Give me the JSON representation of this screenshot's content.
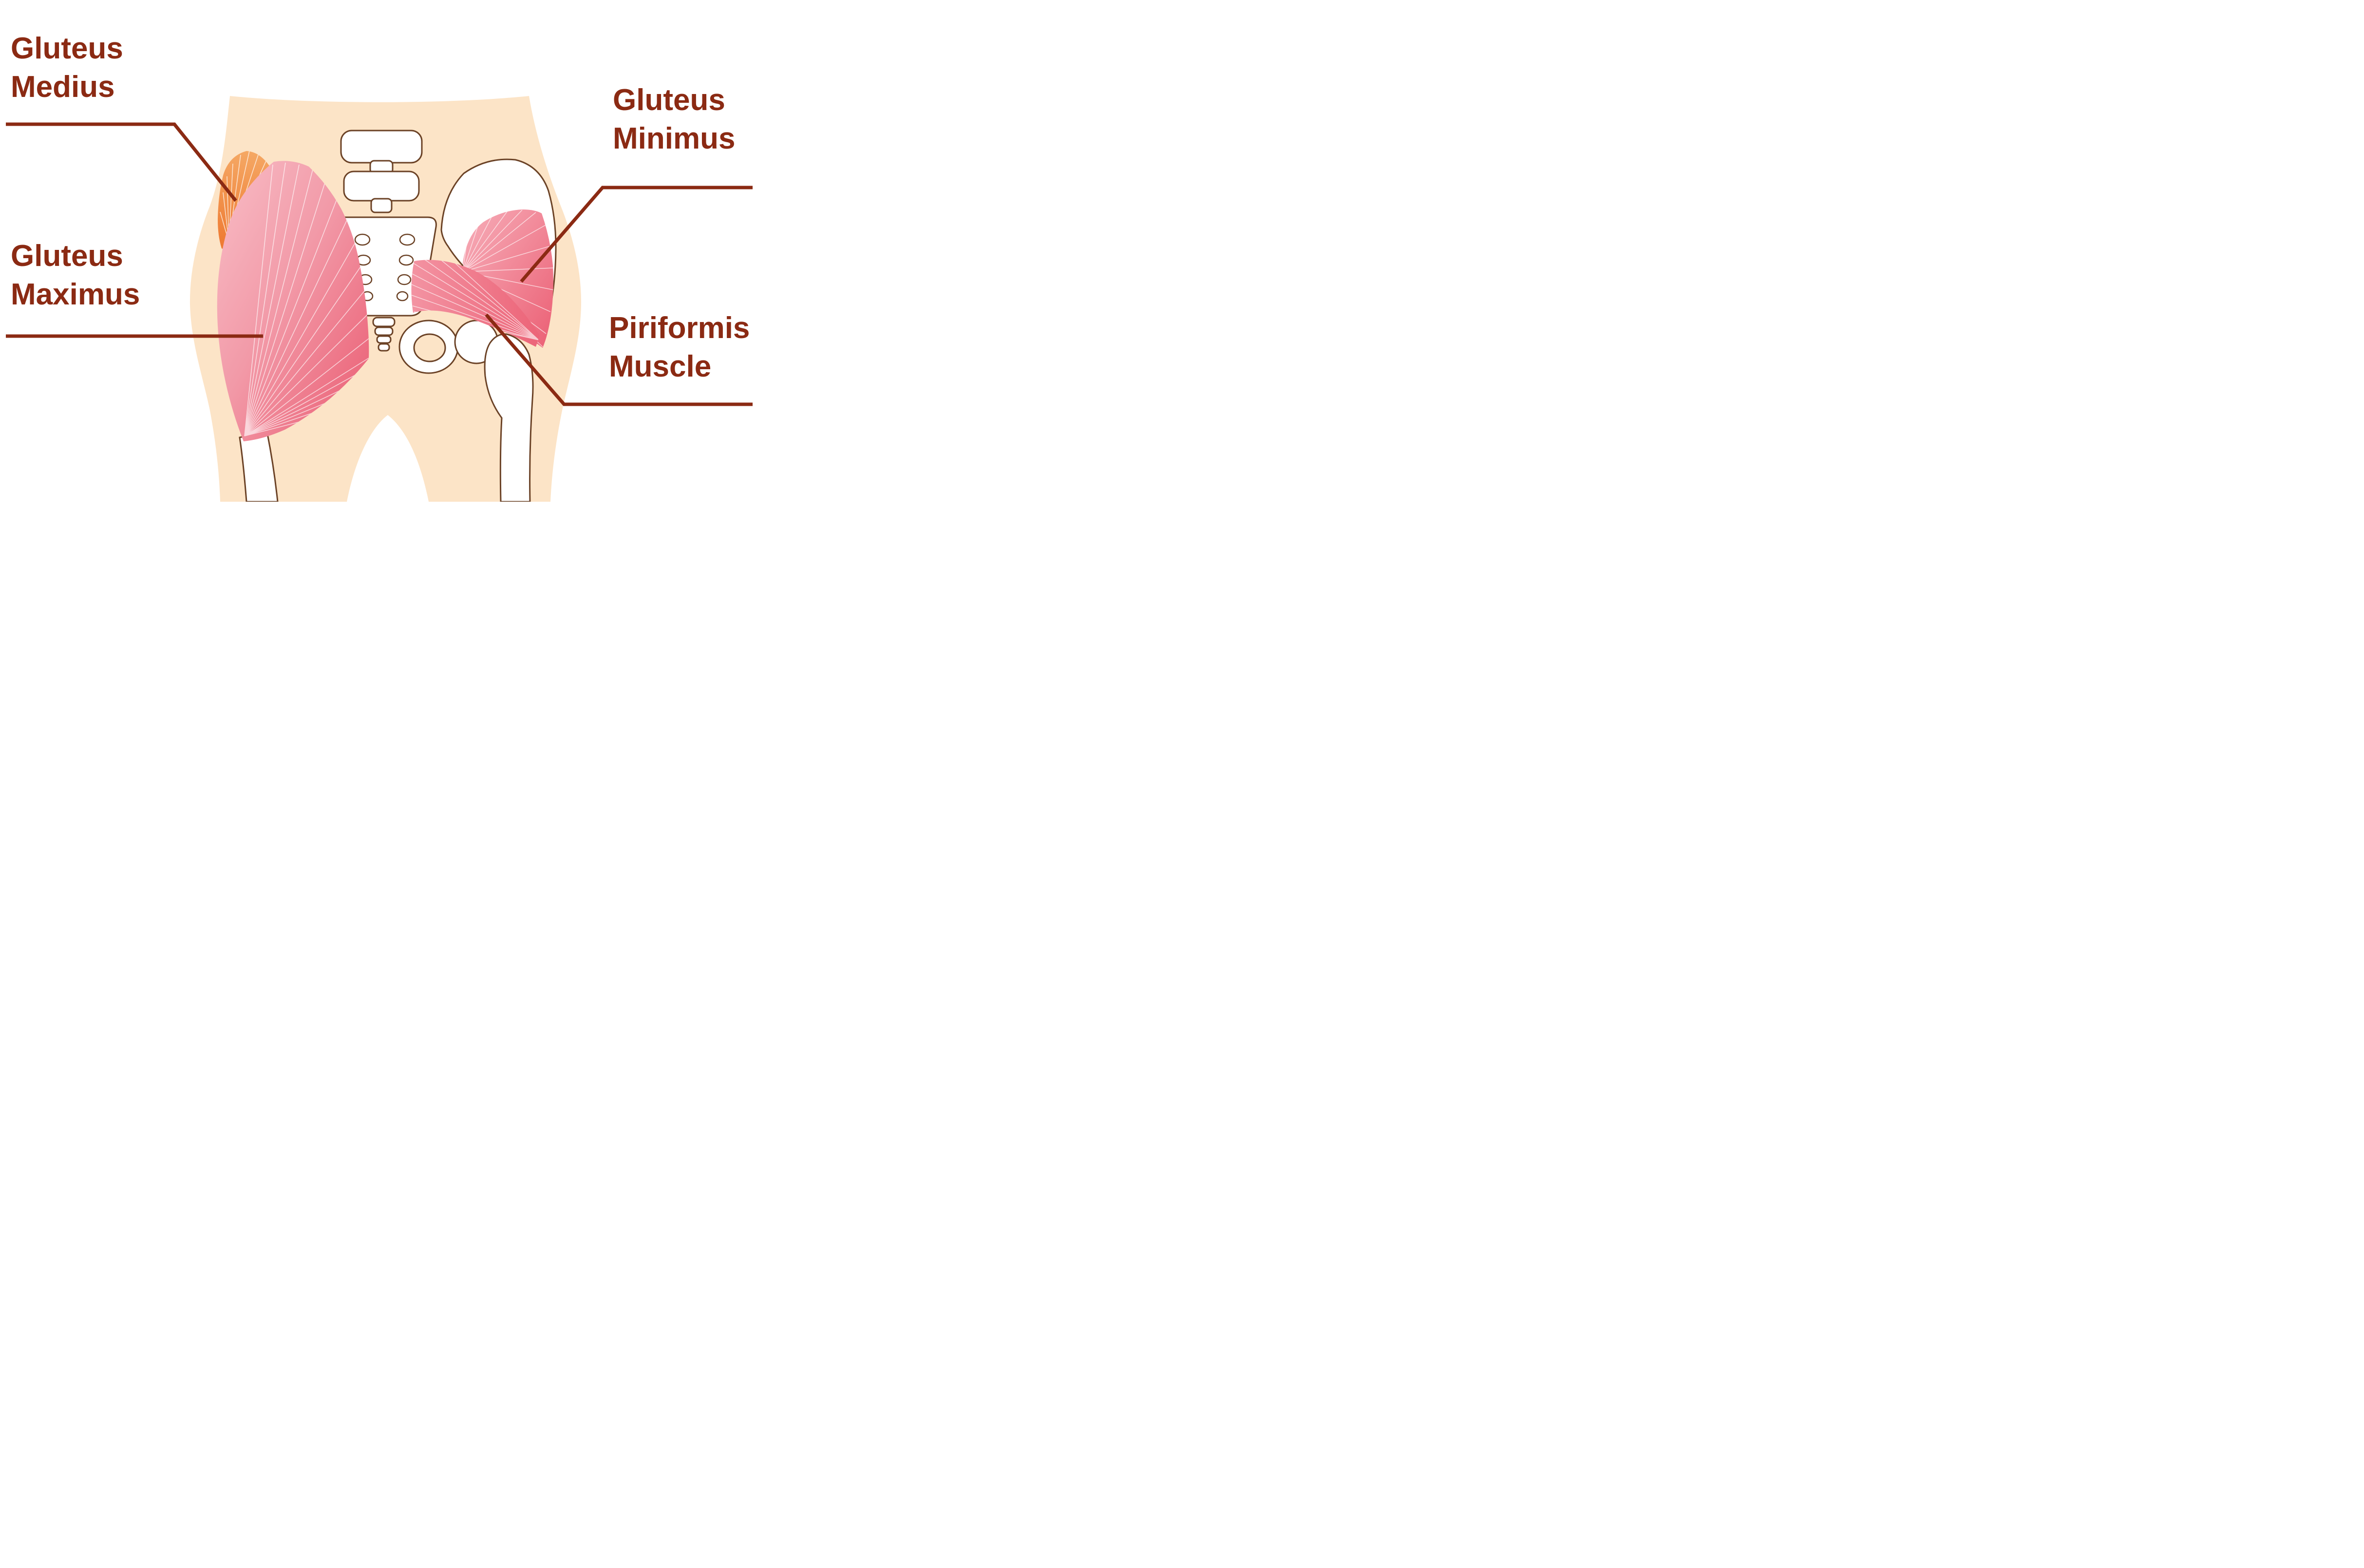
{
  "diagram": {
    "type": "anatomy-illustration",
    "subject": "Gluteal region muscles and pelvis (posterior view)",
    "labels": {
      "gluteus_medius": {
        "line1": "Gluteus",
        "line2": "Medius"
      },
      "gluteus_maximus": {
        "line1": "Gluteus",
        "line2": "Maximus"
      },
      "gluteus_minimus": {
        "line1": "Gluteus",
        "line2": "Minimus"
      },
      "piriformis": {
        "line1": "Piriformis",
        "line2": "Muscle"
      }
    },
    "colors": {
      "label_text": "#8B2A13",
      "leader_line": "#8B2A13",
      "skin": "#FCE4C7",
      "bone_fill": "#FFFFFF",
      "bone_outline": "#6B4226",
      "muscle_pink_light": "#F7B3BE",
      "muscle_pink_deep": "#EB5F74",
      "muscle_orange_light": "#F5A058",
      "muscle_orange_deep": "#EE7A33",
      "background": "#FFFFFF"
    }
  }
}
